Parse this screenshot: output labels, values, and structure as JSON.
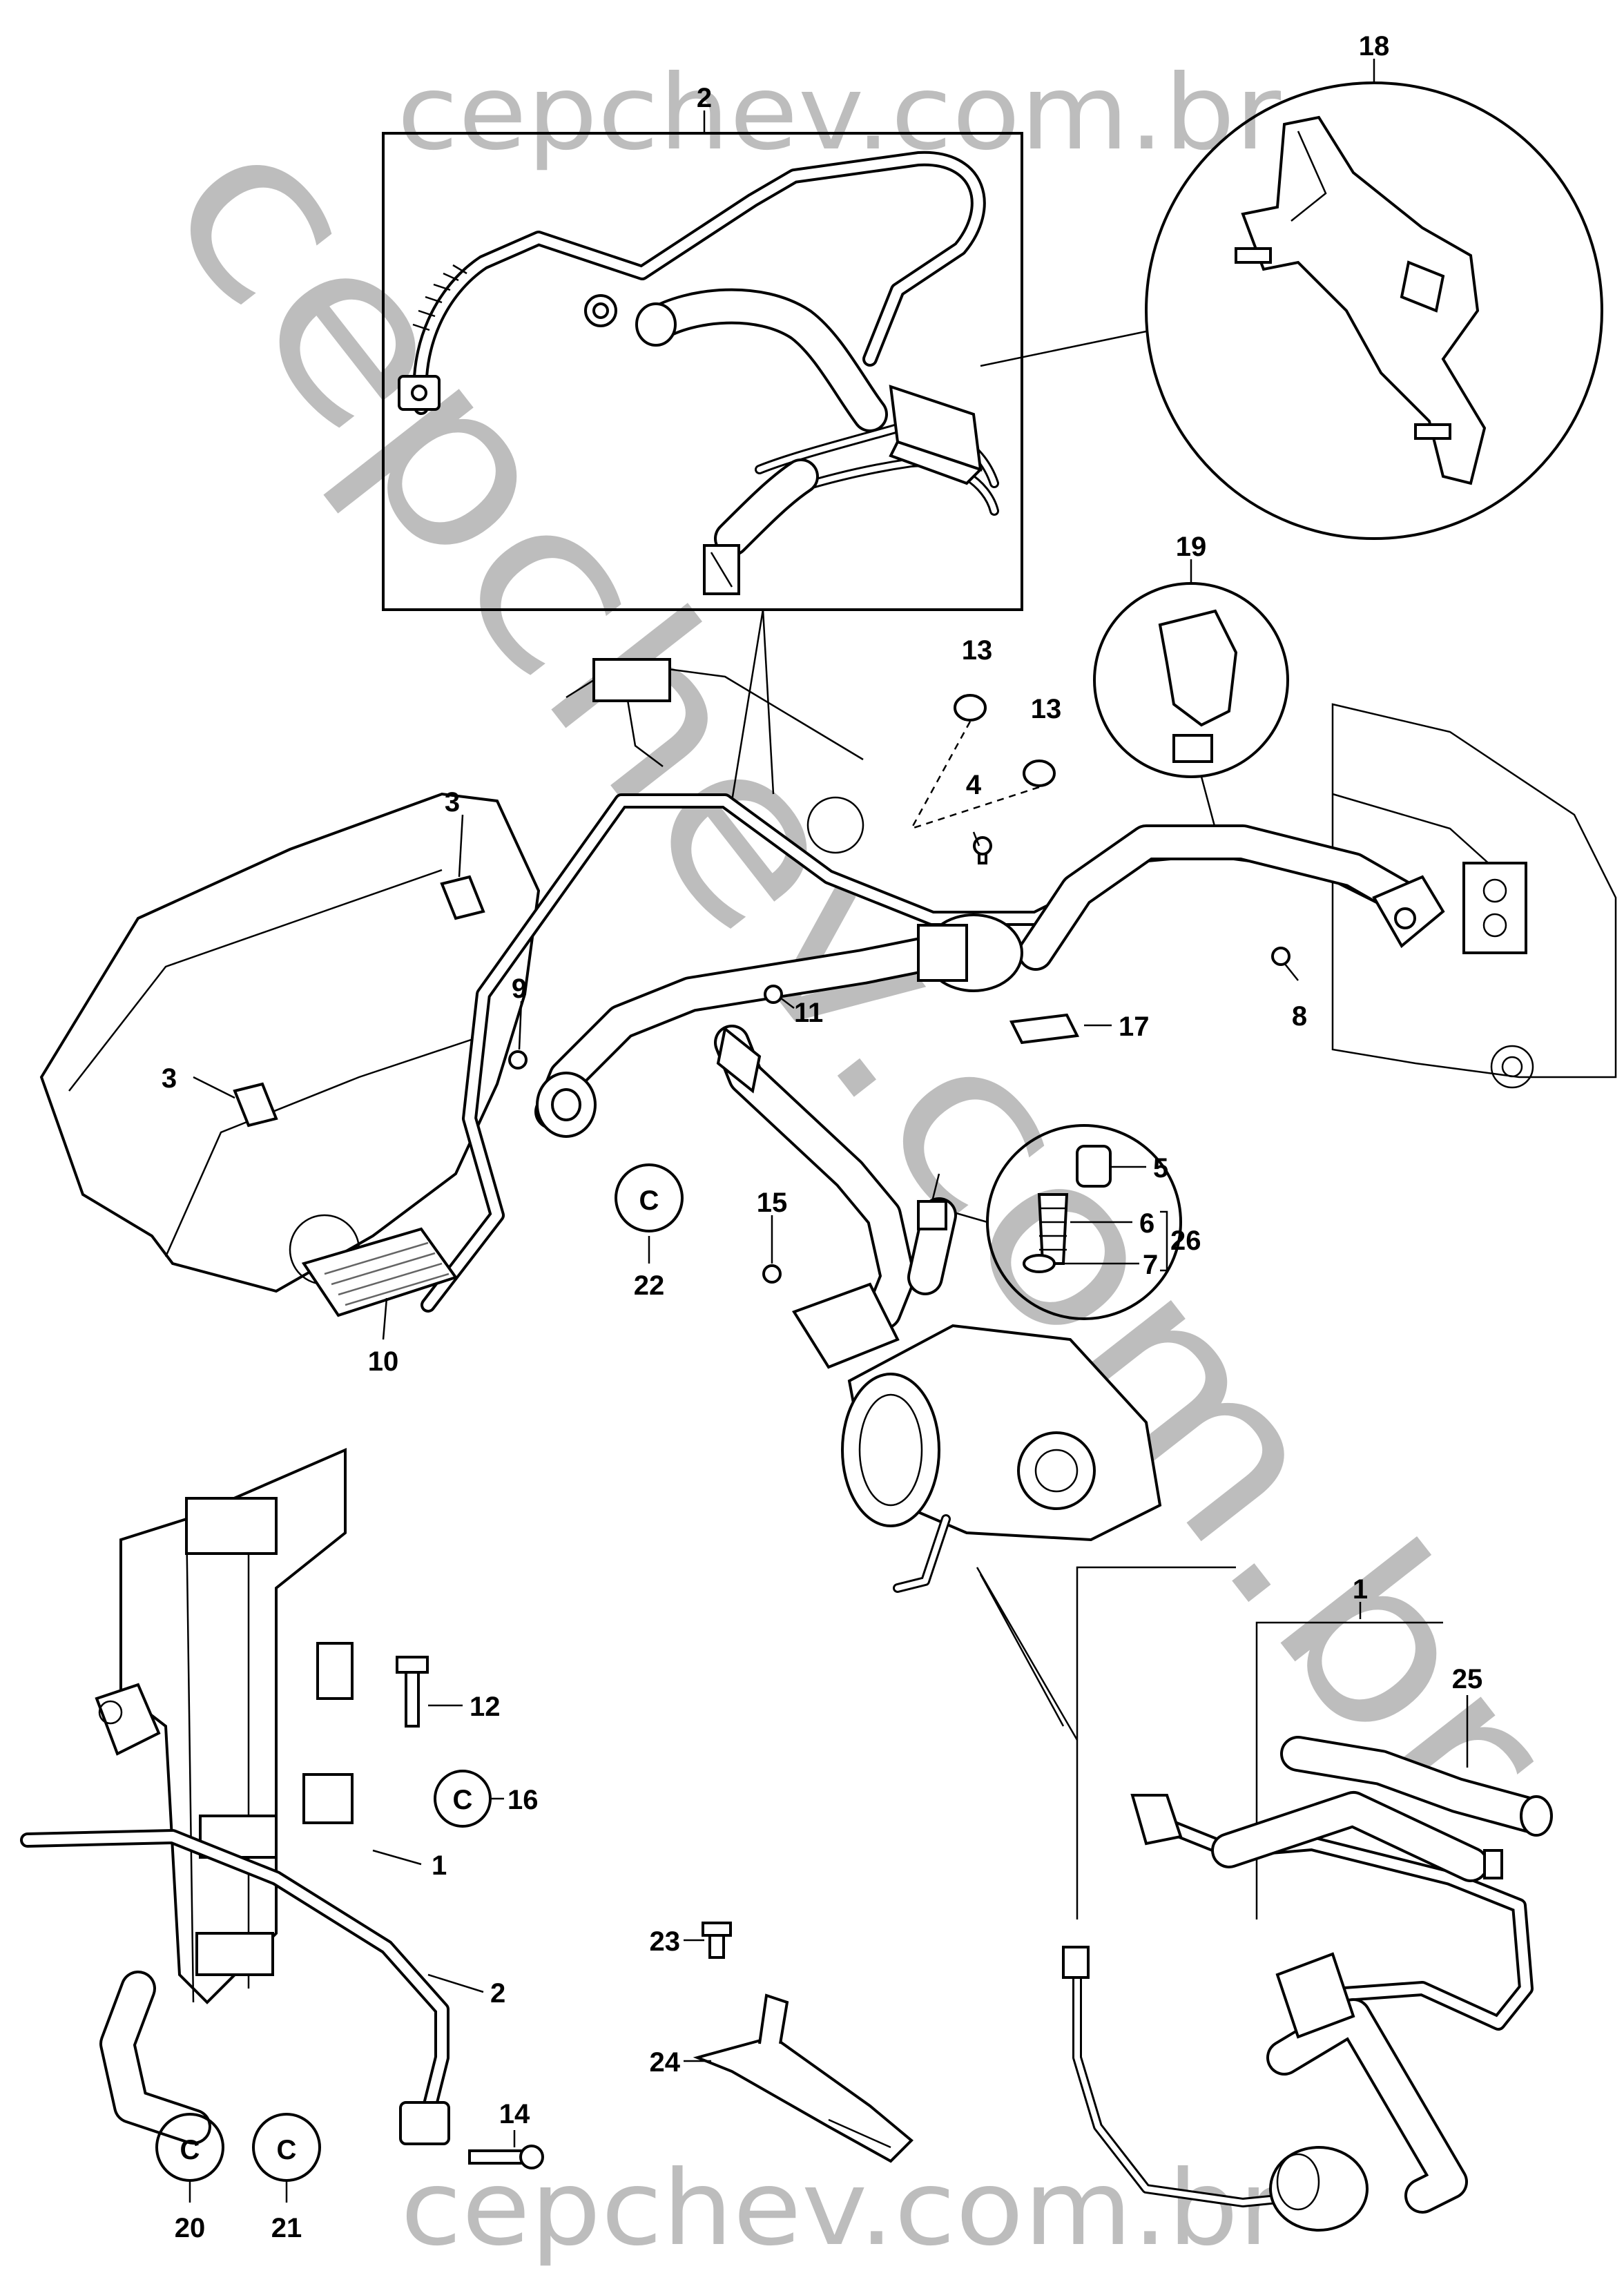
{
  "watermarks": {
    "top": "cepchev.com.br",
    "diagonal": "cepchev.com.br",
    "bottom": "cepchev.com.br"
  },
  "callouts": [
    {
      "id": "c2-top",
      "text": "2"
    },
    {
      "id": "c18",
      "text": "18"
    },
    {
      "id": "c19",
      "text": "19"
    },
    {
      "id": "c13a",
      "text": "13"
    },
    {
      "id": "c13b",
      "text": "13"
    },
    {
      "id": "c4",
      "text": "4"
    },
    {
      "id": "c3a",
      "text": "3"
    },
    {
      "id": "c3b",
      "text": "3"
    },
    {
      "id": "c9",
      "text": "9"
    },
    {
      "id": "c11",
      "text": "11"
    },
    {
      "id": "c17",
      "text": "17"
    },
    {
      "id": "c8",
      "text": "8"
    },
    {
      "id": "c5",
      "text": "5"
    },
    {
      "id": "c6",
      "text": "6"
    },
    {
      "id": "c7",
      "text": "7"
    },
    {
      "id": "c26",
      "text": "26"
    },
    {
      "id": "c15",
      "text": "15"
    },
    {
      "id": "c22",
      "text": "22"
    },
    {
      "id": "c10",
      "text": "10"
    },
    {
      "id": "c12",
      "text": "12"
    },
    {
      "id": "c16",
      "text": "16"
    },
    {
      "id": "c1a",
      "text": "1"
    },
    {
      "id": "c2b",
      "text": "2"
    },
    {
      "id": "c14",
      "text": "14"
    },
    {
      "id": "c20",
      "text": "20"
    },
    {
      "id": "c21",
      "text": "21"
    },
    {
      "id": "c23",
      "text": "23"
    },
    {
      "id": "c24",
      "text": "24"
    },
    {
      "id": "c1b",
      "text": "1"
    },
    {
      "id": "c25",
      "text": "25"
    }
  ],
  "seal_symbol": "C"
}
